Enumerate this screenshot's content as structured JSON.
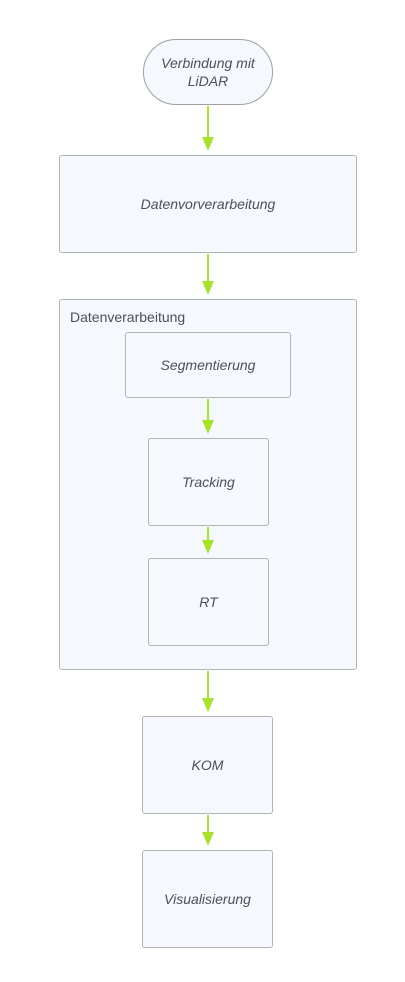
{
  "diagram": {
    "start": {
      "line1": "Verbindung mit",
      "line2": "LiDAR"
    },
    "preprocessing": {
      "label": "Datenvorverarbeitung"
    },
    "processing_group": {
      "title": "Datenverarbeitung",
      "steps": {
        "segmentation": "Segmentierung",
        "tracking": "Tracking",
        "rt": "RT"
      }
    },
    "kom": {
      "label": "KOM"
    },
    "visualization": {
      "label": "Visualisierung"
    }
  },
  "colors": {
    "connector": "#a6e22e",
    "node_fill": "#f5f8fd",
    "node_border": "#b3b3b3",
    "text": "#4d4f5c"
  }
}
